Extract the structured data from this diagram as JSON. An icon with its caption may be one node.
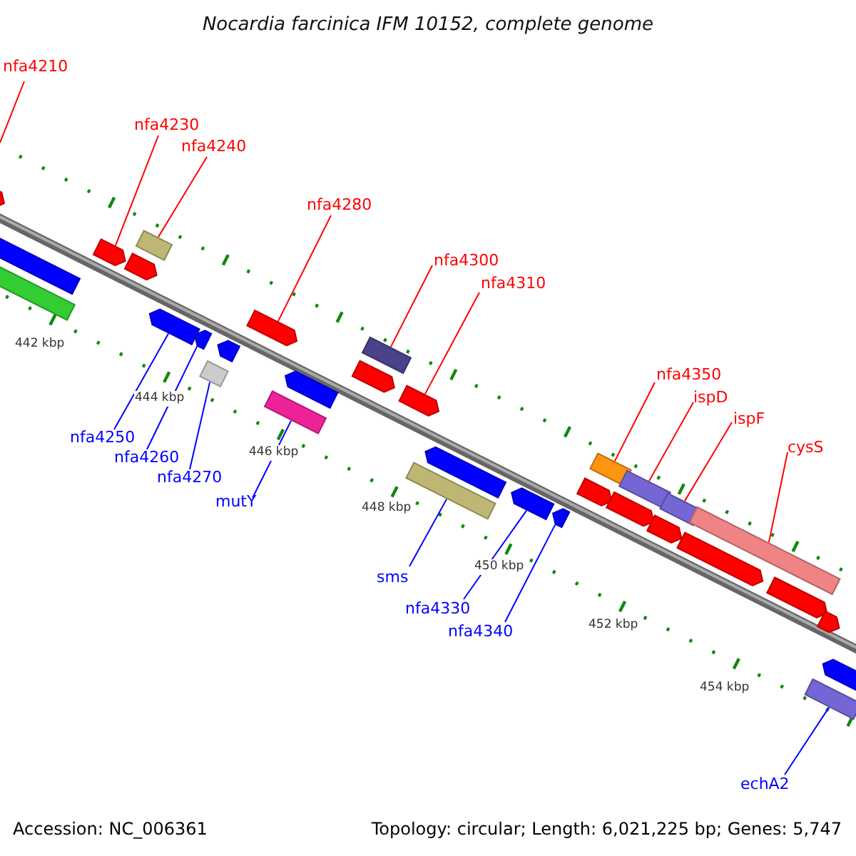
{
  "diagram": {
    "title": "Nocardia farcinica IFM 10152, complete genome",
    "nodes": [
      {
        "text": [
          "nfa4210"
        ]
      },
      {
        "text": [
          "nfa4230"
        ]
      },
      {
        "text": [
          "nfa4240"
        ]
      },
      {
        "text": [
          "nfa4280"
        ]
      },
      {
        "text": [
          "nfa4300"
        ]
      },
      {
        "text": [
          "nfa4310"
        ]
      },
      {
        "text": [
          "nfa4350"
        ]
      },
      {
        "text": [
          "ispD"
        ]
      },
      {
        "text": [
          "ispF"
        ]
      },
      {
        "text": [
          "cysS"
        ]
      },
      {
        "text": [
          "nfa4250"
        ]
      },
      {
        "text": [
          "nfa4260"
        ]
      },
      {
        "text": [
          "nfa4270"
        ]
      },
      {
        "text": [
          "mutY"
        ]
      },
      {
        "text": [
          "sms"
        ]
      },
      {
        "text": [
          "nfa4330"
        ]
      },
      {
        "text": [
          "nfa4340"
        ]
      },
      {
        "text": [
          "echA2"
        ]
      },
      {
        "text": [],
        "shape": "bar"
      },
      {
        "text": [],
        "shape": "bar"
      },
      {
        "text": [],
        "shape": "bar"
      },
      {
        "text": [],
        "shape": "bar"
      },
      {
        "text": [],
        "shape": "bar"
      },
      {
        "text": [],
        "shape": "bar"
      },
      {
        "text": [],
        "shape": "bar"
      },
      {
        "text": [],
        "shape": "bar"
      },
      {
        "text": [],
        "shape": "bar"
      },
      {
        "text": [],
        "shape": "bar"
      },
      {
        "text": [],
        "shape": "bar"
      },
      {
        "text": [],
        "shape": "bar"
      },
      {
        "text": [],
        "shape": "bar"
      },
      {
        "text": [],
        "shape": "bar"
      },
      {
        "text": [],
        "shape": "bar"
      },
      {
        "text": [],
        "shape": "bar"
      },
      {
        "text": [],
        "shape": "bar"
      },
      {
        "text": [],
        "shape": "bar"
      },
      {
        "text": [],
        "shape": "bar"
      },
      {
        "text": [],
        "shape": "bar"
      },
      {
        "text": [],
        "shape": "bar"
      },
      {
        "text": [],
        "shape": "bar"
      },
      {
        "text": [],
        "shape": "bar"
      },
      {
        "text": [],
        "shape": "bar"
      },
      {
        "text": [],
        "shape": "bar"
      },
      {
        "text": [],
        "shape": "bar"
      },
      {
        "text": [],
        "shape": "bar"
      },
      {
        "text": [],
        "shape": "bar"
      },
      {
        "text": [],
        "shape": "bar"
      },
      {
        "text": [],
        "shape": "bar"
      },
      {
        "text": [],
        "shape": "bar"
      },
      {
        "text": [],
        "shape": "bar"
      }
    ],
    "edges": [
      {
        "from": 0,
        "to": null,
        "arrow": "none"
      },
      {
        "from": 1,
        "to": 19,
        "arrow": "none"
      },
      {
        "from": 2,
        "to": 20,
        "arrow": "none"
      },
      {
        "from": 3,
        "to": 22,
        "arrow": "none"
      },
      {
        "from": 4,
        "to": 23,
        "arrow": "none"
      },
      {
        "from": 5,
        "to": 25,
        "arrow": "none"
      },
      {
        "from": 6,
        "to": 26,
        "arrow": "none"
      },
      {
        "from": 7,
        "to": 27,
        "arrow": "none"
      },
      {
        "from": 8,
        "to": 28,
        "arrow": "none"
      },
      {
        "from": 9,
        "to": 29,
        "arrow": "none"
      },
      {
        "from": 10,
        "to": 38,
        "arrow": "none",
        "color": "#0000ff"
      },
      {
        "from": 11,
        "to": 39,
        "arrow": "none",
        "color": "#0000ff"
      },
      {
        "from": 12,
        "to": 41,
        "arrow": "none",
        "color": "#0000ff"
      },
      {
        "from": 13,
        "to": 43,
        "arrow": "none",
        "color": "#0000ff"
      },
      {
        "from": 14,
        "to": 45,
        "arrow": "none",
        "color": "#0000ff"
      },
      {
        "from": 15,
        "to": 46,
        "arrow": "none",
        "color": "#0000ff"
      },
      {
        "from": 16,
        "to": 47,
        "arrow": "none",
        "color": "#0000ff"
      },
      {
        "from": 17,
        "to": 49,
        "arrow": "none",
        "color": "#0000ff"
      }
    ],
    "labels": [
      "442 kbp",
      "444 kbp",
      "446 kbp",
      "448 kbp",
      "450 kbp",
      "452 kbp",
      "454 kbp",
      "Accession: NC_006361",
      "Topology: circular; Length: 6,021,225 bp; Genes: 5,747"
    ]
  }
}
